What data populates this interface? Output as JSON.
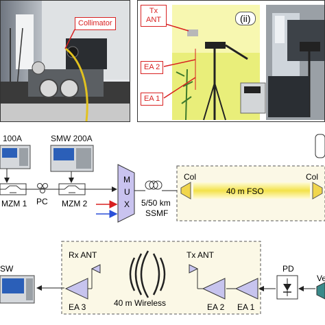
{
  "photos": {
    "left": {
      "callout": "Collimator"
    },
    "right": {
      "label_ii": "(ii)",
      "callout_tx_ant": [
        "Tx",
        "ANT"
      ],
      "callout_ea2": "EA 2",
      "callout_ea1": "EA 1"
    }
  },
  "diagram": {
    "inst_100a": "100A",
    "inst_smw200a": "SMW 200A",
    "mzm1": "MZM 1",
    "pc": "PC",
    "mzm2": "MZM 2",
    "mux": [
      "M",
      "U",
      "X"
    ],
    "fiber": [
      "5/50 km",
      "SSMF"
    ],
    "col_left": "Col",
    "col_right": "Col",
    "fso": "40 m FSO",
    "sw": "SW",
    "rx_ant": "Rx ANT",
    "tx_ant": "Tx ANT",
    "wireless": "40 m Wireless",
    "ea3": "EA 3",
    "ea2": "EA 2",
    "ea1": "EA 1",
    "pd": "PD",
    "ve": "Ve"
  },
  "colors": {
    "callout_red": "#d82020",
    "fso_yellow": "#f3e24a",
    "mux_purple": "#c9c3ef",
    "amp_purple": "#c7c4ee",
    "dashed_box_fill": "#fbf8e6",
    "collimator_yellow": "#f1d64d"
  }
}
